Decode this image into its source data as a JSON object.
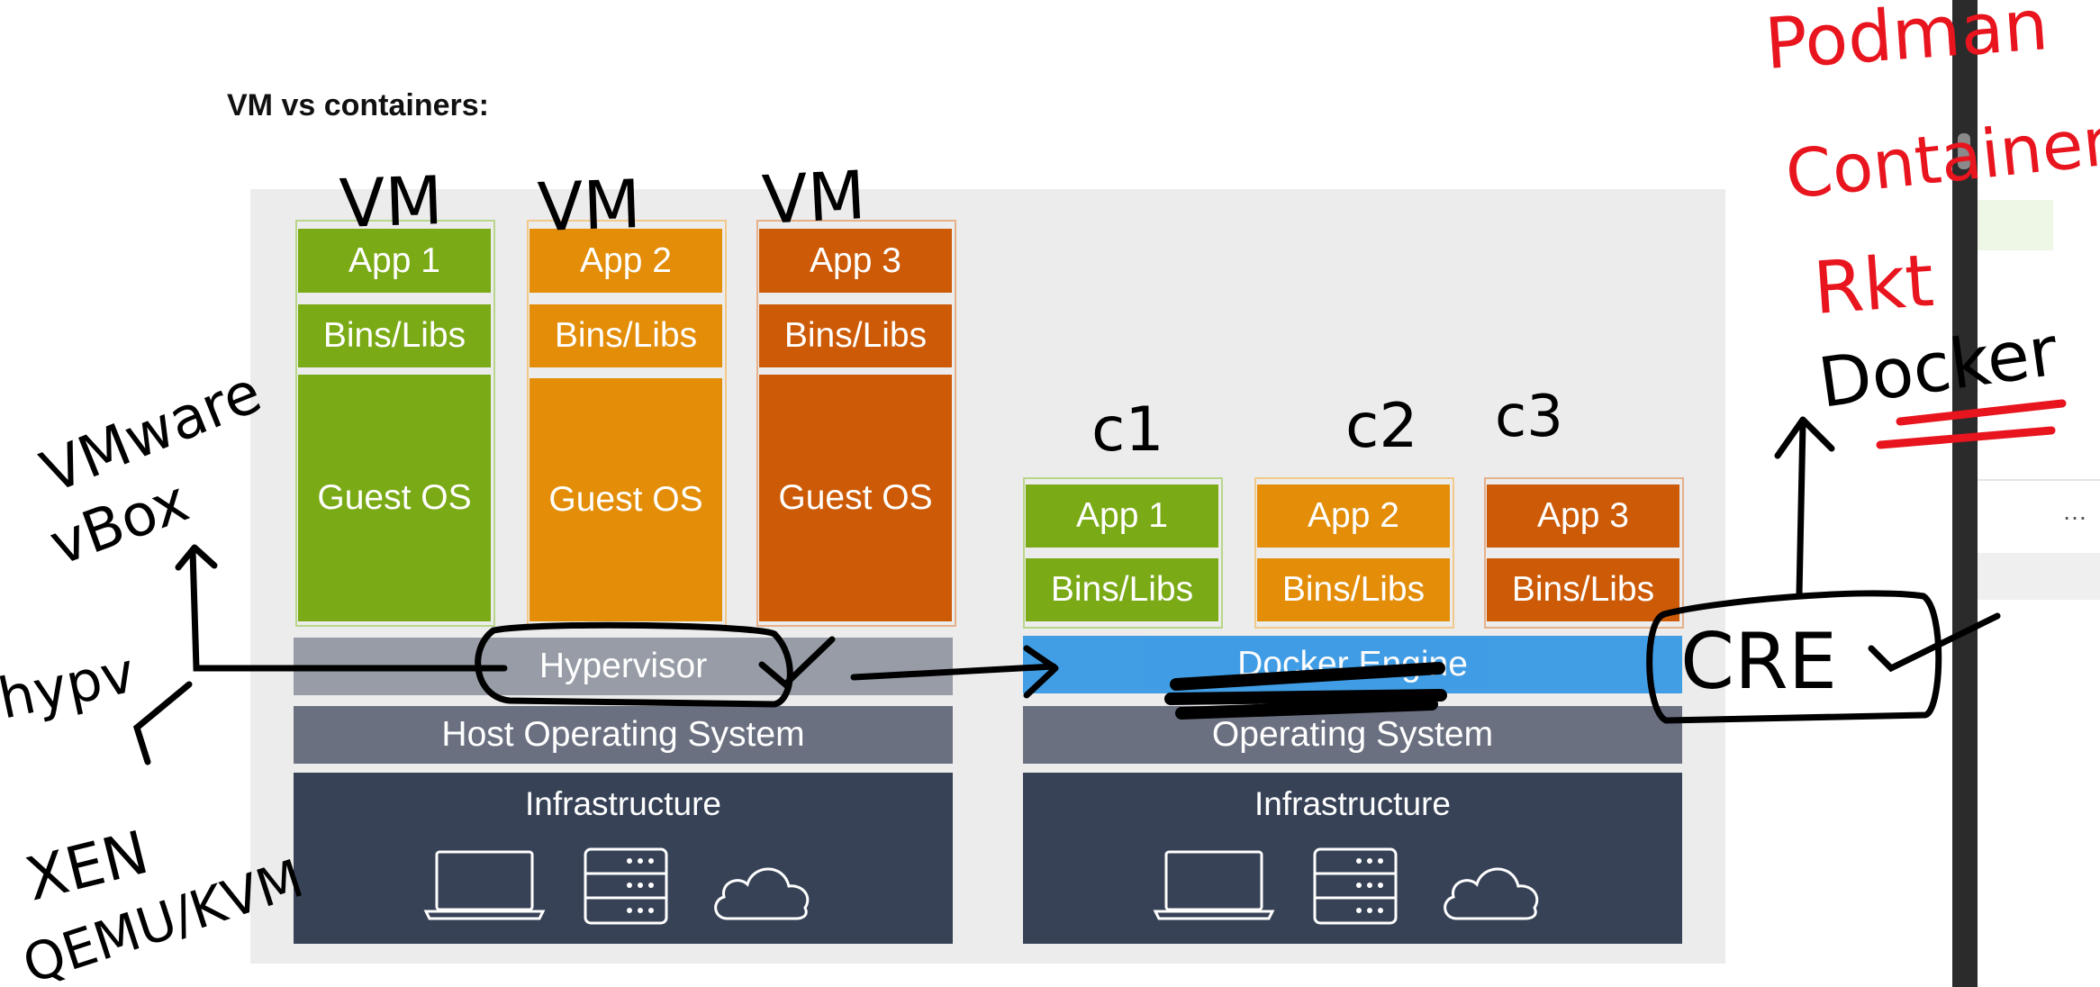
{
  "title": "VM vs containers:",
  "vm_stack": {
    "apps": [
      "App 1",
      "App 2",
      "App 3"
    ],
    "bins": [
      "Bins/Libs",
      "Bins/Libs",
      "Bins/Libs"
    ],
    "guests": [
      "Guest OS",
      "Guest OS",
      "Guest OS"
    ],
    "hypervisor": "Hypervisor",
    "host_os": "Host Operating System",
    "infrastructure": "Infrastructure"
  },
  "container_stack": {
    "apps": [
      "App 1",
      "App 2",
      "App 3"
    ],
    "bins": [
      "Bins/Libs",
      "Bins/Libs",
      "Bins/Libs"
    ],
    "engine": "Docker Engine",
    "os": "Operating System",
    "infrastructure": "Infrastructure"
  },
  "handwriting": {
    "vm1": "VM",
    "vm2": "VM",
    "vm3": "VM",
    "c1": "c1",
    "c2": "c2",
    "c3": "c3",
    "vmware": "VMware",
    "vbox": "vBox",
    "hypv": "hypv",
    "xen": "XEN",
    "qemu": "QEMU/KVM",
    "cre": "CRE",
    "podman": "Podman",
    "containerd": "Containerd",
    "rkt": "Rkt",
    "docker": "Docker"
  },
  "colors": {
    "app1": "#7aaa16",
    "app2": "#e38d08",
    "app3": "#cc5a06",
    "hypervisor": "#979ca6",
    "os": "#6b7081",
    "infrastructure": "#374257",
    "docker_engine": "#2390e4",
    "ink_black": "#000000",
    "ink_red": "#e8141e"
  },
  "icons": [
    "laptop-icon",
    "server-icon",
    "cloud-icon"
  ]
}
